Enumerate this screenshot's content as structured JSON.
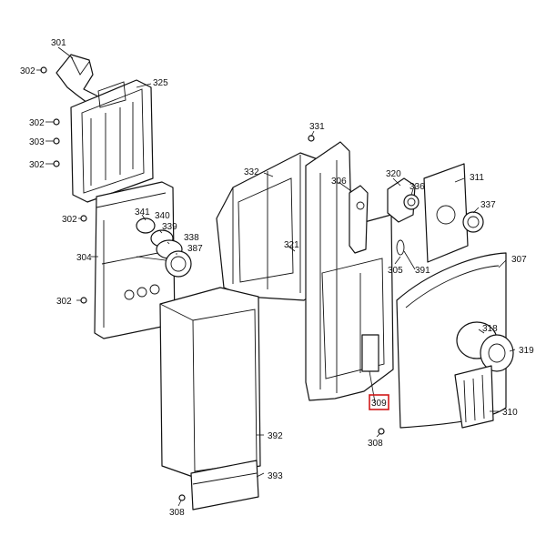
{
  "diagram": {
    "callouts": {
      "c301": "301",
      "c302a": "302",
      "c325": "325",
      "c302b": "302",
      "c303": "303",
      "c302c": "302",
      "c302d": "302",
      "c331": "331",
      "c332": "332",
      "c306": "306",
      "c320": "320",
      "c311": "311",
      "c336": "336",
      "c337": "337",
      "c341": "341",
      "c340": "340",
      "c339": "339",
      "c338": "338",
      "c387": "387",
      "c304": "304",
      "c321": "321",
      "c305": "305",
      "c391": "391",
      "c307": "307",
      "c302e": "302",
      "c318": "318",
      "c319": "319",
      "c309": "309",
      "c310": "310",
      "c308a": "308",
      "c392": "392",
      "c393": "393",
      "c308b": "308"
    },
    "highlighted_callout": "309",
    "highlight_color": "#d01818"
  }
}
